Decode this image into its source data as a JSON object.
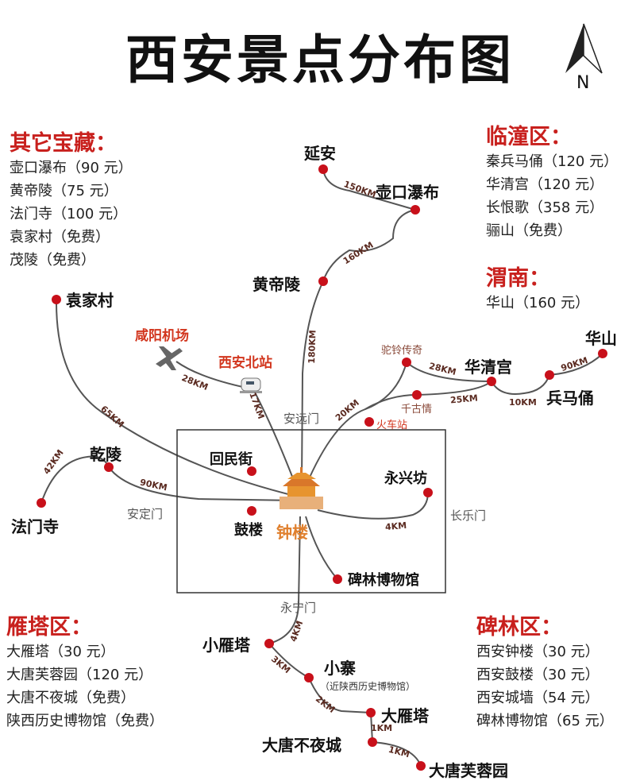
{
  "title": "西安景点分布图",
  "compass": {
    "label": "N"
  },
  "panels": {
    "other": {
      "header": "其它宝藏：",
      "items": [
        "壶口瀑布（90 元）",
        "黄帝陵（75 元）",
        "法门寺（100 元）",
        "袁家村（免费）",
        "茂陵（免费）"
      ]
    },
    "lintong": {
      "header": "临潼区：",
      "items": [
        "秦兵马俑（120 元）",
        "华清宫（120 元）",
        "长恨歌（358 元）",
        "骊山（免费）"
      ]
    },
    "weinan": {
      "header": "渭南：",
      "items": [
        "华山（160 元）"
      ]
    },
    "yanta": {
      "header": "雁塔区：",
      "items": [
        "大雁塔（30 元）",
        "大唐芙蓉园（120 元）",
        "大唐不夜城（免费）",
        "陕西历史博物馆（免费）"
      ]
    },
    "beilin": {
      "header": "碑林区：",
      "items": [
        "西安钟楼（30 元）",
        "西安鼓楼（30 元）",
        "西安城墙（54 元）",
        "碑林博物馆（65 元）"
      ]
    }
  },
  "places": {
    "yanan": "延安",
    "hukou": "壶口瀑布",
    "huangdi": "黄帝陵",
    "yuanjia": "袁家村",
    "airport": "咸阳机场",
    "north_station": "西安北站",
    "tuoling": "驼铃传奇",
    "huaqing": "华清宫",
    "qiangu": "千古情",
    "train_station": "火车站",
    "bingma": "兵马俑",
    "huashan": "华山",
    "qianling": "乾陵",
    "famen": "法门寺",
    "huimin": "回民街",
    "gulou": "鼓楼",
    "zhonglou": "钟楼",
    "yongxing": "永兴坊",
    "beilin": "碑林博物馆",
    "xiaoyan": "小雁塔",
    "xiaozhai": "小寨",
    "xiaozhai_note": "（近陕西历史博物馆）",
    "dayan": "大雁塔",
    "datang_night": "大唐不夜城",
    "furong": "大唐芙蓉园"
  },
  "gates": {
    "anyuan": "安远门",
    "anding": "安定门",
    "changle": "长乐门",
    "yongning": "永宁门"
  },
  "distances": {
    "yanan_hukou": "150KM",
    "hukou_huangdi": "160KM",
    "huangdi_center": "180KM",
    "yuanjia_center": "65KM",
    "airport_north": "28KM",
    "north_center": "17KM",
    "center_east": "20KM",
    "tuoling_huaqing": "28KM",
    "qiangu_huaqing": "25KM",
    "huaqing_bingma": "10KM",
    "bingma_huashan": "90KM",
    "famen_qianling": "42KM",
    "qianling_center": "90KM",
    "center_yongxing": "4KM",
    "center_xiaoyan": "4KM",
    "xiaoyan_xiaozhai": "3KM",
    "xiaozhai_dayan": "2KM",
    "dayan_datang": "1KM",
    "datang_furong": "1KM"
  },
  "colors": {
    "accent": "#c8201d",
    "dot": "#c8101a",
    "line": "#555555"
  }
}
